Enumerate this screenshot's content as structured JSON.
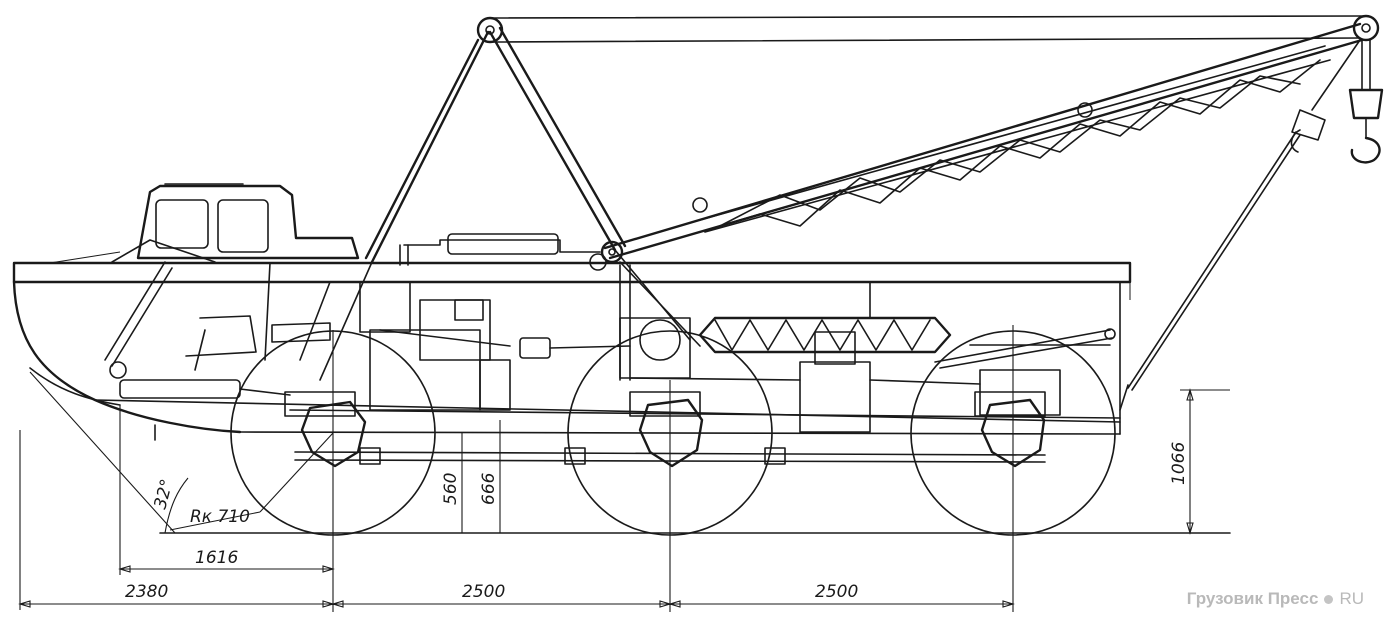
{
  "dimensions": {
    "overall_front": "2380",
    "front_to_axle": "1616",
    "wheelbase_1": "2500",
    "wheelbase_2": "2500",
    "axle_height": "560",
    "hull_height": "666",
    "clearance_rear": "1066",
    "wheel_radius": "Rк 710",
    "approach_angle": "32°"
  },
  "watermark": {
    "name": "Грузовик Пресс",
    "domain": "RU"
  }
}
